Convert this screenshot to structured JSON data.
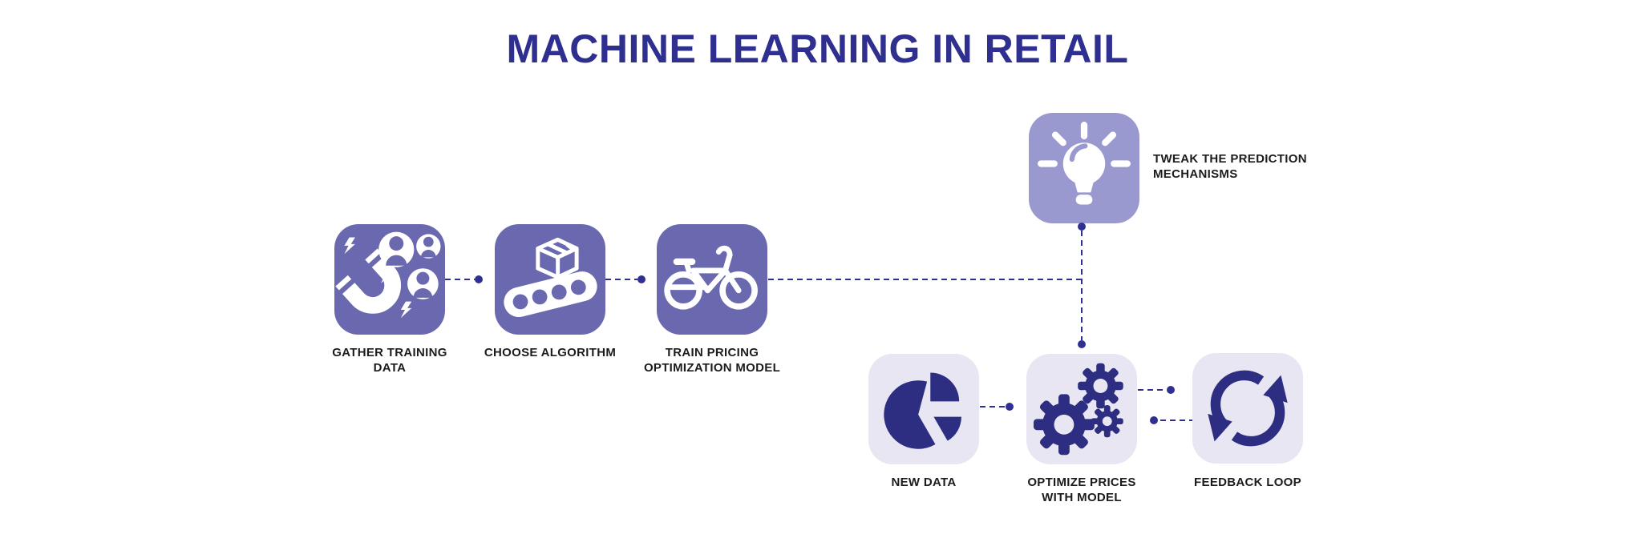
{
  "title": "MACHINE LEARNING IN RETAIL",
  "steps": [
    {
      "label": "GATHER TRAINING\nDATA",
      "icon": "magnet-attracting-users"
    },
    {
      "label": "CHOOSE ALGORITHM",
      "icon": "conveyor-belt-box"
    },
    {
      "label": "TRAIN PRICING\nOPTIMIZATION MODEL",
      "icon": "bicycle"
    },
    {
      "label": "TWEAK THE PREDICTION\nMECHANISMS",
      "icon": "lightbulb"
    },
    {
      "label": "NEW DATA",
      "icon": "pie-chart"
    },
    {
      "label": "OPTIMIZE PRICES\nWITH MODEL",
      "icon": "gears"
    },
    {
      "label": "FEEDBACK LOOP",
      "icon": "sync-arrows"
    }
  ],
  "colors": {
    "title": "#2F2F90",
    "step_box_primary": "#6A69AF",
    "step_box_highlight": "#9A99CF",
    "step_box_light": "#E7E6F2",
    "glyph_navy": "#2D2D82",
    "connector": "#2E3192",
    "label_text": "#1C1C1C",
    "background": "#FFFFFF"
  }
}
